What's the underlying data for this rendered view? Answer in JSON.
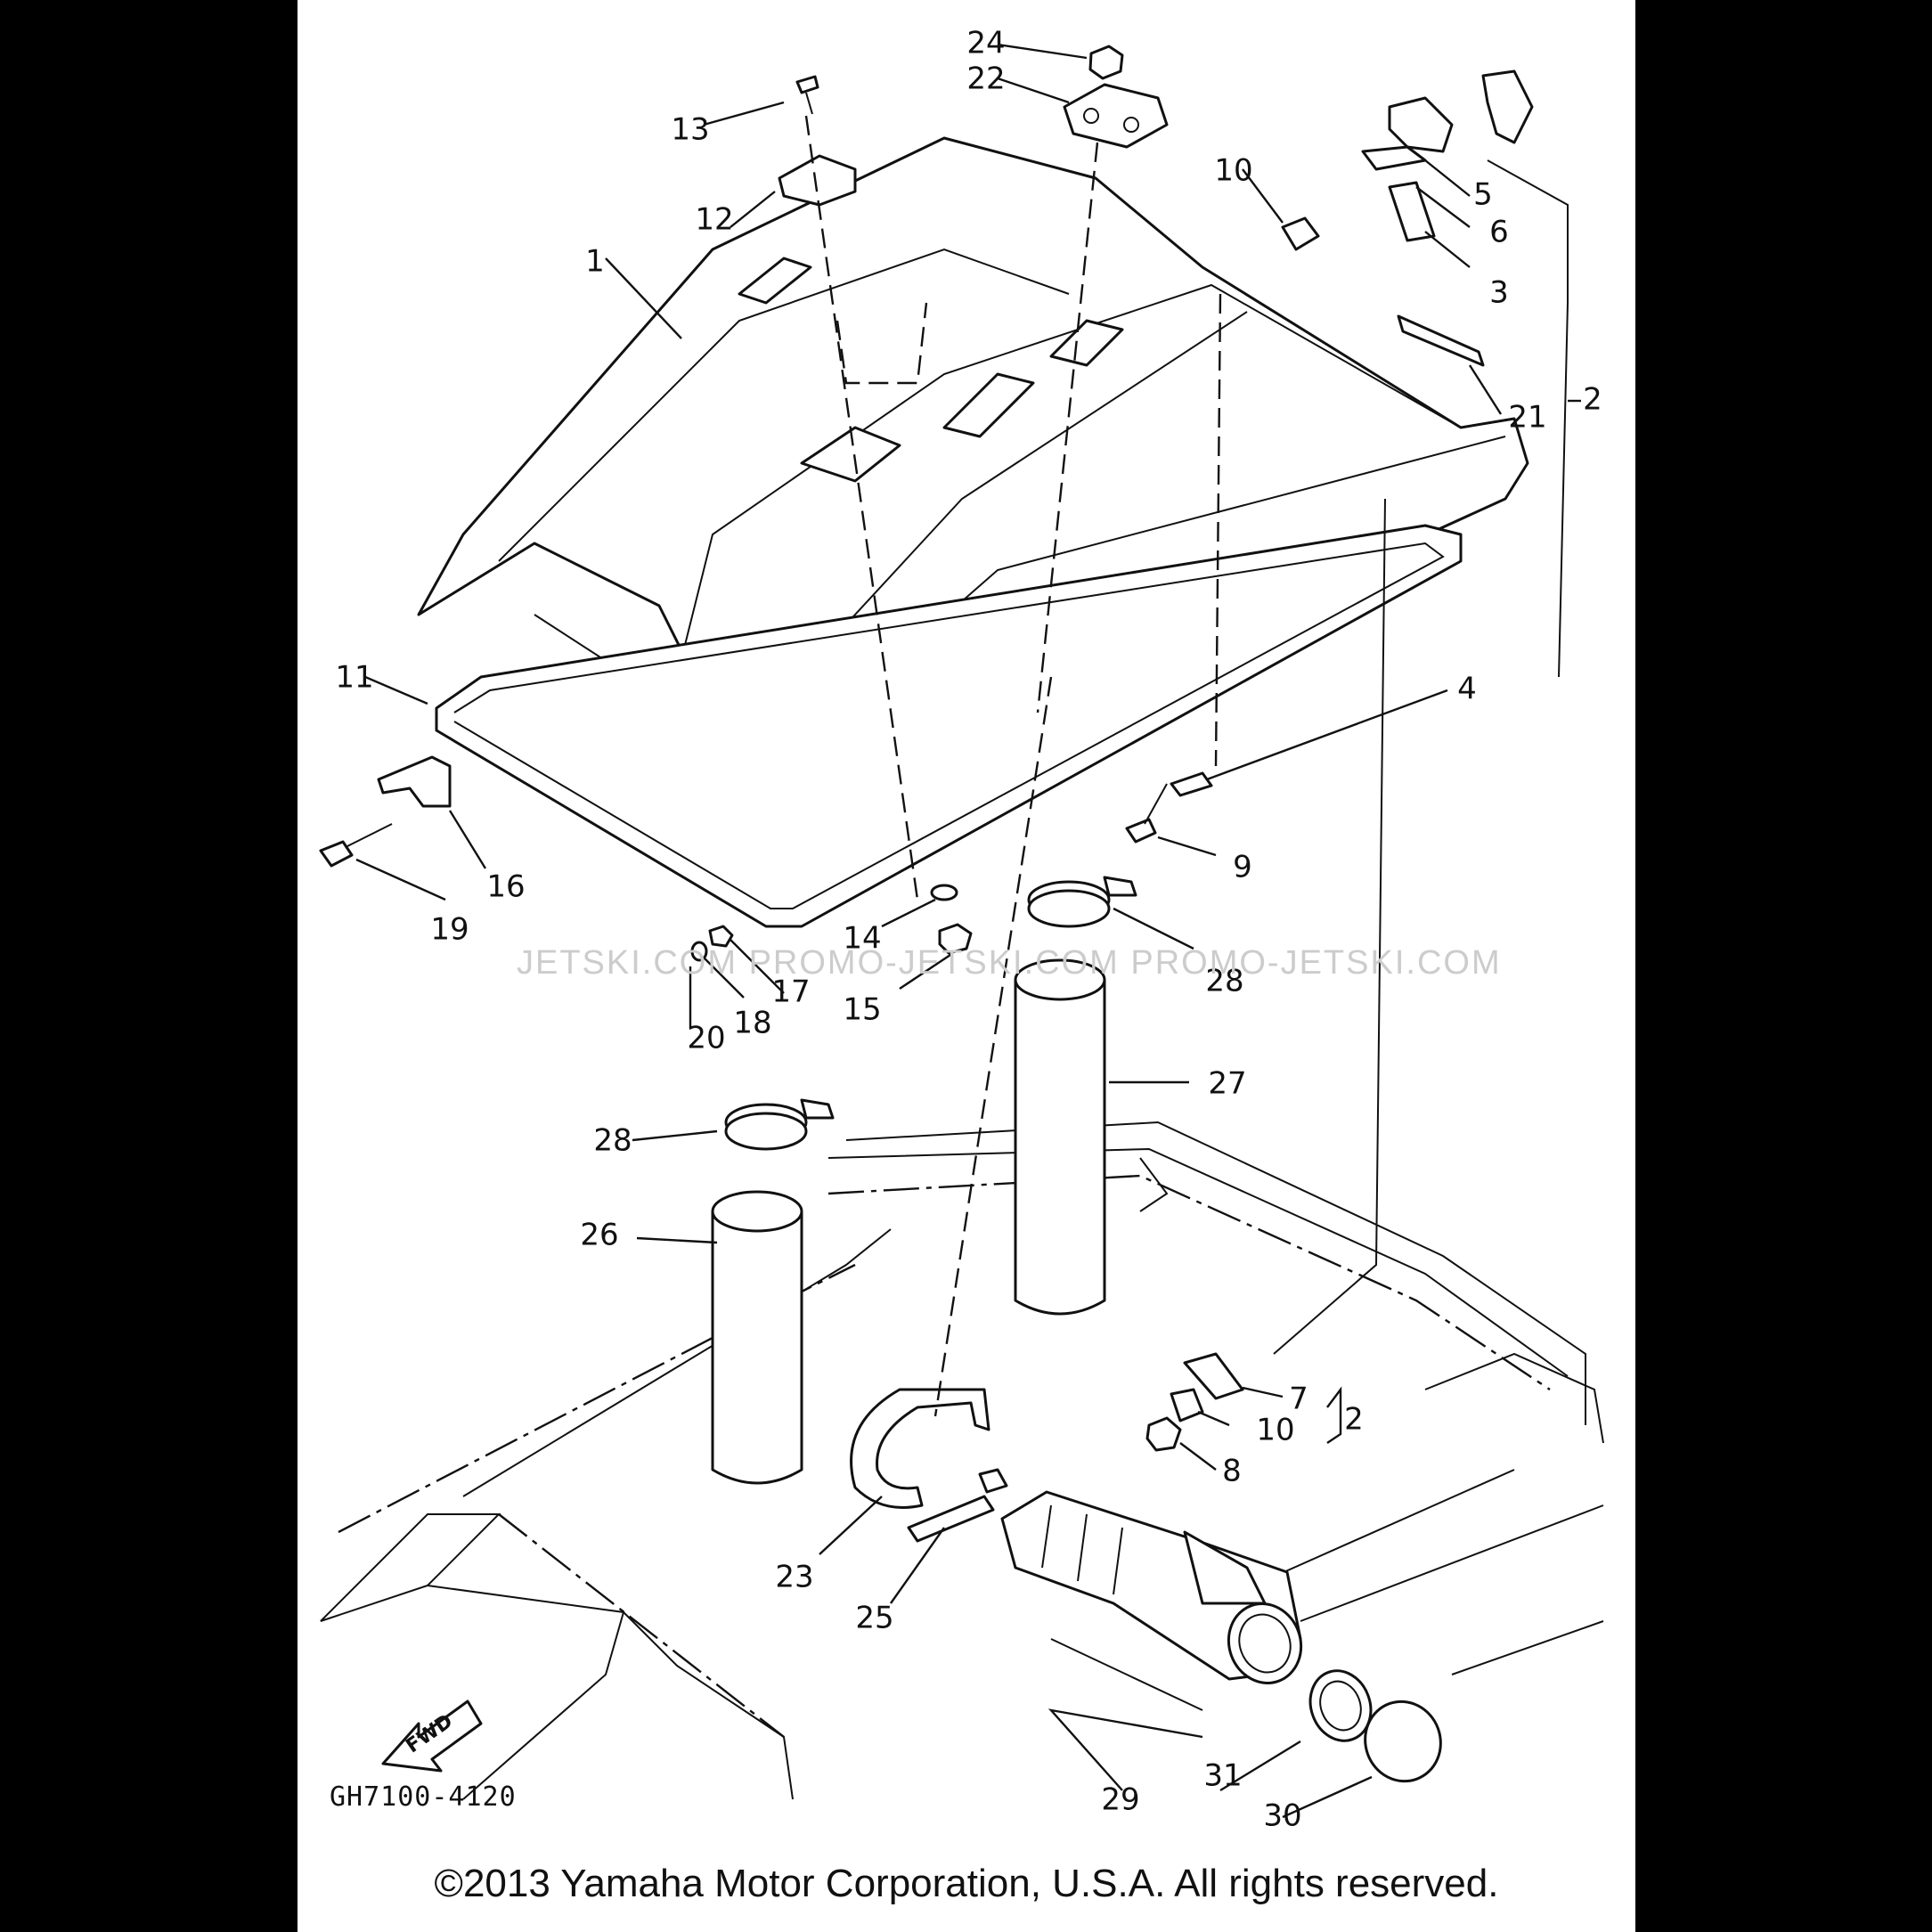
{
  "diagram": {
    "drawing_code": "GH7100-4120",
    "copyright": "©2013 Yamaha Motor Corporation, U.S.A. All rights reserved.",
    "watermark": "JETSKI.COM   PROMO-JETSKI.COM   PROMO-JETSKI.COM",
    "fwd_label": "FWD",
    "callouts": [
      "1",
      "2",
      "2",
      "3",
      "4",
      "5",
      "6",
      "7",
      "8",
      "9",
      "10",
      "10",
      "11",
      "12",
      "13",
      "14",
      "15",
      "16",
      "17",
      "18",
      "19",
      "20",
      "21",
      "22",
      "23",
      "24",
      "25",
      "26",
      "27",
      "28",
      "28",
      "29",
      "30",
      "31"
    ]
  }
}
